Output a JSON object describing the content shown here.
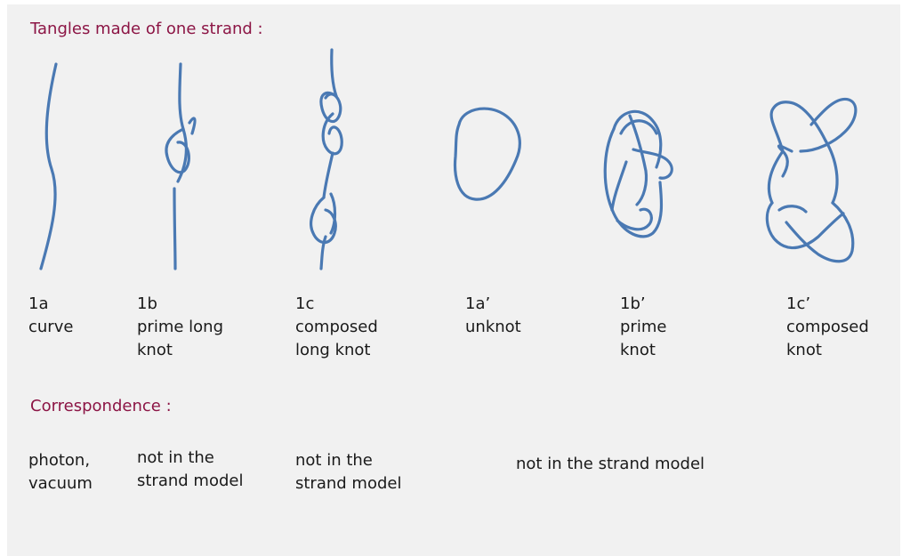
{
  "headings": {
    "tangles": "Tangles made of one strand :",
    "correspondence": "Correspondence :"
  },
  "tangles": [
    {
      "id": "1a",
      "lines": [
        "1a",
        "curve"
      ]
    },
    {
      "id": "1b",
      "lines": [
        "1b",
        "prime long",
        "knot"
      ]
    },
    {
      "id": "1c",
      "lines": [
        "1c",
        "composed",
        "long knot"
      ]
    },
    {
      "id": "1a-prime",
      "lines": [
        "1a’",
        "unknot"
      ]
    },
    {
      "id": "1b-prime",
      "lines": [
        "1b’",
        "prime",
        "knot"
      ]
    },
    {
      "id": "1c-prime",
      "lines": [
        "1c’",
        "composed",
        "knot"
      ]
    }
  ],
  "correspondence": [
    {
      "lines": [
        "photon,",
        "vacuum"
      ]
    },
    {
      "lines": [
        "not in the",
        "strand model"
      ]
    },
    {
      "lines": [
        "not in the",
        "strand model"
      ]
    },
    {
      "lines": [
        "not in the strand model"
      ]
    }
  ],
  "colors": {
    "strand": "#4a79b3",
    "heading": "#8c1545",
    "panel_background": "#f1f1f1"
  }
}
